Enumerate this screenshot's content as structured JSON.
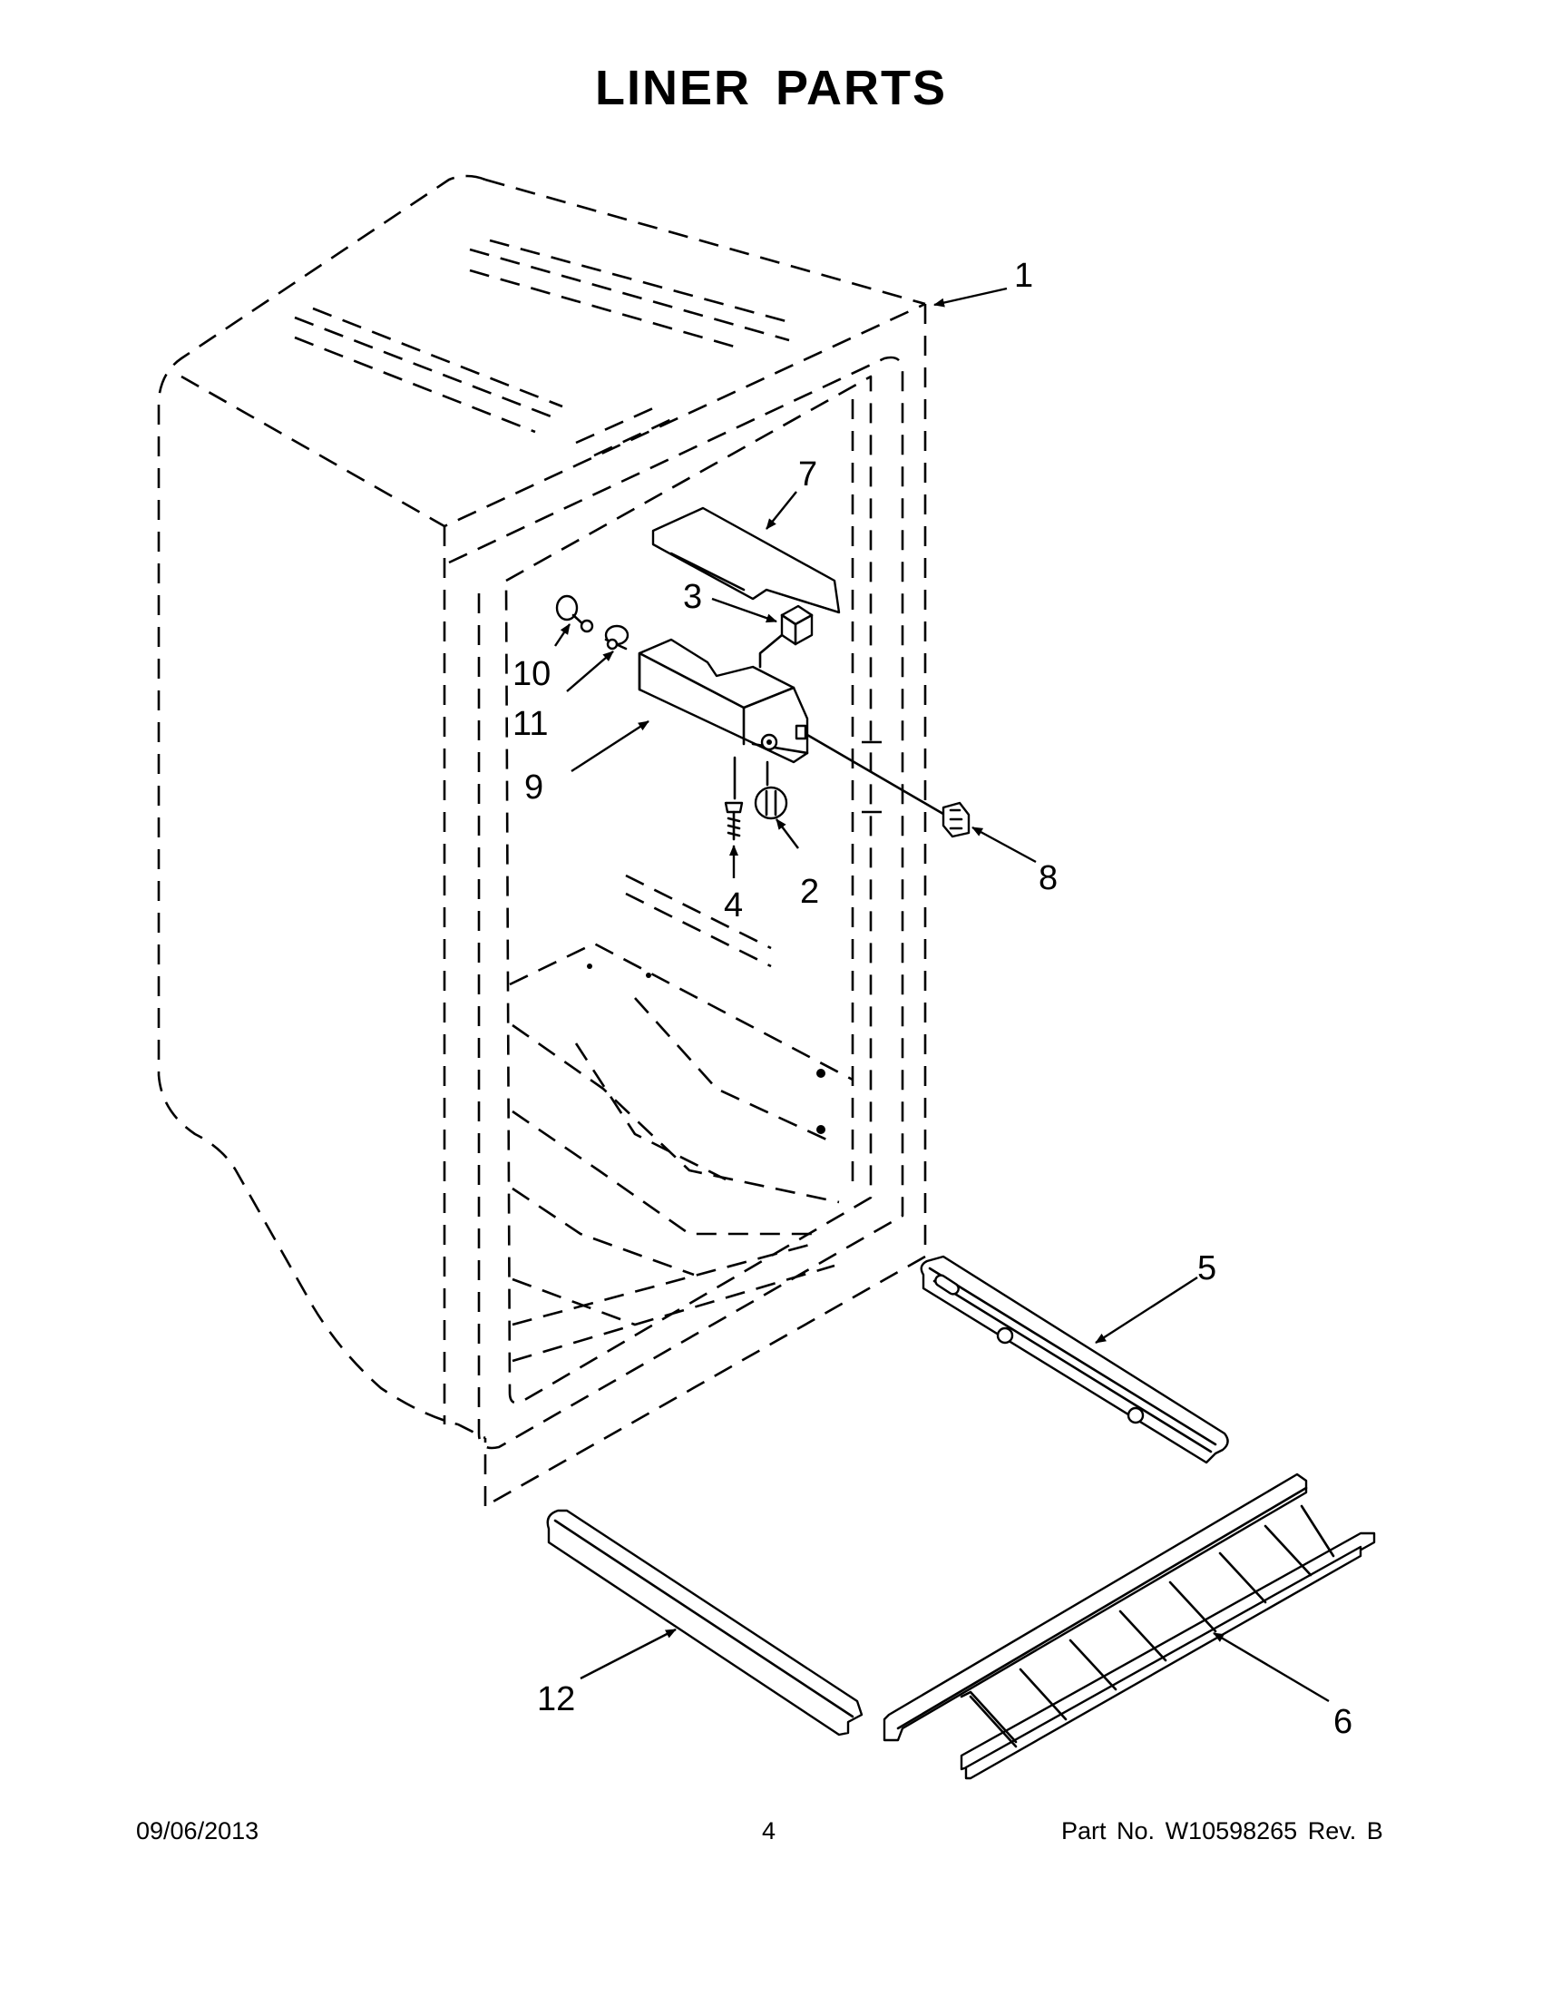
{
  "page": {
    "title": "LINER PARTS",
    "footer": {
      "date": "09/06/2013",
      "page_number": "4",
      "part_number_label": "Part No.",
      "part_number": "W10598265",
      "revision_label": "Rev.",
      "revision": "B"
    }
  },
  "callouts": [
    "1",
    "2",
    "3",
    "4",
    "5",
    "6",
    "7",
    "8",
    "9",
    "10",
    "11",
    "12"
  ]
}
